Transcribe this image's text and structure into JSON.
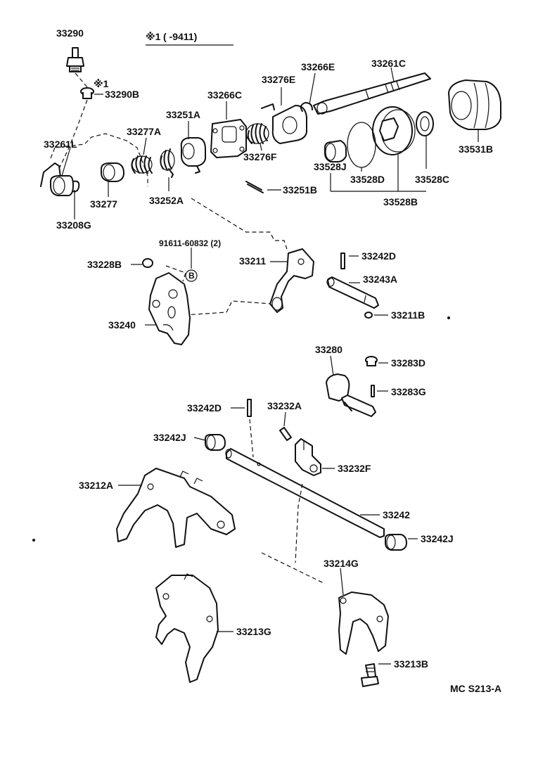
{
  "header_note": {
    "mark": "※1",
    "range": "(      -9411)"
  },
  "note_mark": "※1",
  "footer_code": "MC  S213-A",
  "labels": {
    "p33290": "33290",
    "p33290B": "33290B",
    "p33261L": "33261L",
    "p33277A": "33277A",
    "p33251A": "33251A",
    "p33266C": "33266C",
    "p33276E": "33276E",
    "p33266E": "33266E",
    "p33261C": "33261C",
    "p33531B": "33531B",
    "p33276F": "33276F",
    "p33528J": "33528J",
    "p33528D": "33528D",
    "p33528C": "33528C",
    "p33528B": "33528B",
    "p33277": "33277",
    "p33252A": "33252A",
    "p33208G": "33208G",
    "p33251B": "33251B",
    "p91611": "91611-60832 (2)",
    "p33228B": "33228B",
    "p33211": "33211",
    "p33242D_top": "33242D",
    "p33243A": "33243A",
    "p33211B": "33211B",
    "p33240": "33240",
    "p33280": "33280",
    "p33283D": "33283D",
    "p33283G": "33283G",
    "p33242D_mid": "33242D",
    "p33232A": "33232A",
    "p33242J_left": "33242J",
    "p33232F": "33232F",
    "p33212A": "33212A",
    "p33242": "33242",
    "p33242J_right": "33242J",
    "p33214G": "33214G",
    "p33213G": "33213G",
    "p33213B": "33213B",
    "bolt_marker": "B"
  }
}
